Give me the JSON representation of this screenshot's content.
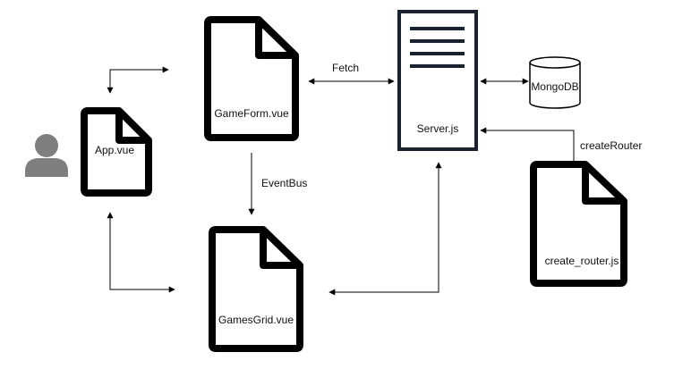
{
  "nodes": {
    "user": {
      "icon": "user-icon"
    },
    "app": {
      "label": "App.vue",
      "icon": "file-icon"
    },
    "gameform": {
      "label": "GameForm.vue",
      "icon": "file-icon"
    },
    "gamesgrid": {
      "label": "GamesGrid.vue",
      "icon": "file-icon"
    },
    "server": {
      "label": "Server.js",
      "icon": "server-icon"
    },
    "mongodb": {
      "label": "MongoDB",
      "icon": "database-icon"
    },
    "create_router": {
      "label": "create_router.js",
      "icon": "file-icon"
    }
  },
  "edges": {
    "fetch": {
      "label": "Fetch"
    },
    "eventbus": {
      "label": "EventBus"
    },
    "createrouter": {
      "label": "createRouter"
    }
  }
}
